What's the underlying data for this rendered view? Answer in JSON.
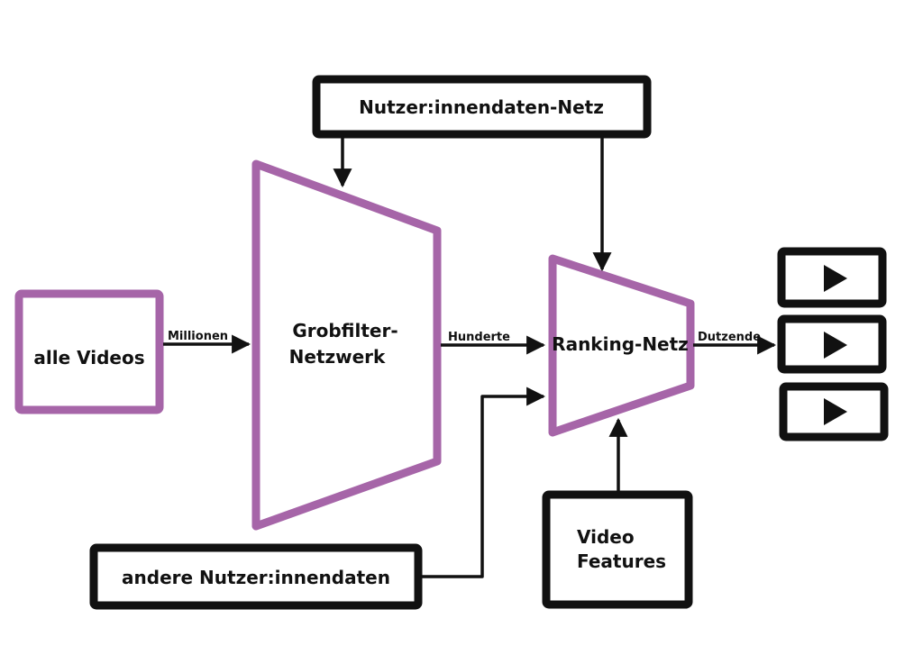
{
  "colors": {
    "accent": "#a665a8",
    "ink": "#111111",
    "background": "#ffffff"
  },
  "nodes": {
    "all_videos": "alle Videos",
    "user_data_net": "Nutzer:innendaten-Netz",
    "candidate_net_line1": "Grobfilter-",
    "candidate_net_line2": "Netzwerk",
    "ranking_net": "Ranking-Netz",
    "other_user_data": "andere Nutzer:innendaten",
    "video_features_line1": "Video",
    "video_features_line2": "Features"
  },
  "edges": {
    "millions": "Millionen",
    "hundreds": "Hunderte",
    "dozens": "Dutzende"
  },
  "outputs": [
    {
      "icon": "play-icon"
    },
    {
      "icon": "play-icon"
    },
    {
      "icon": "play-icon"
    }
  ]
}
